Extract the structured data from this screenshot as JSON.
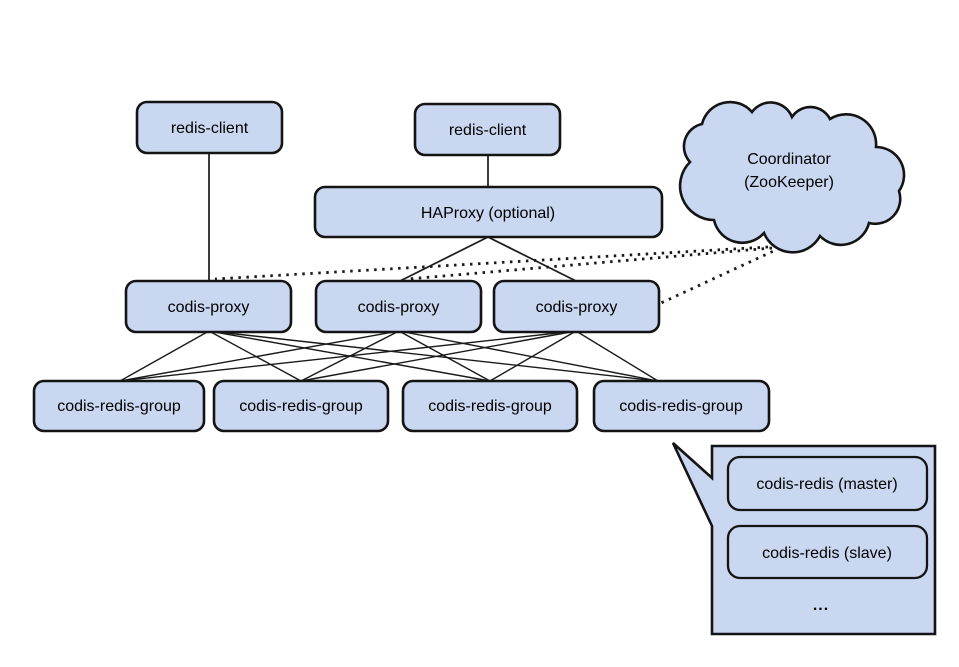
{
  "diagram": {
    "clients": [
      "redis-client",
      "redis-client"
    ],
    "haproxy": "HAProxy (optional)",
    "coordinator": {
      "line1": "Coordinator",
      "line2": "(ZooKeeper)"
    },
    "proxies": [
      "codis-proxy",
      "codis-proxy",
      "codis-proxy"
    ],
    "groups": [
      "codis-redis-group",
      "codis-redis-group",
      "codis-redis-group",
      "codis-redis-group"
    ],
    "group_detail": {
      "master": "codis-redis (master)",
      "slave": "codis-redis (slave)",
      "more": "..."
    },
    "colors": {
      "node_fill": "#c9d7f0",
      "node_border": "#141414",
      "connector": "#1a1a1a",
      "background": "#ffffff"
    }
  }
}
